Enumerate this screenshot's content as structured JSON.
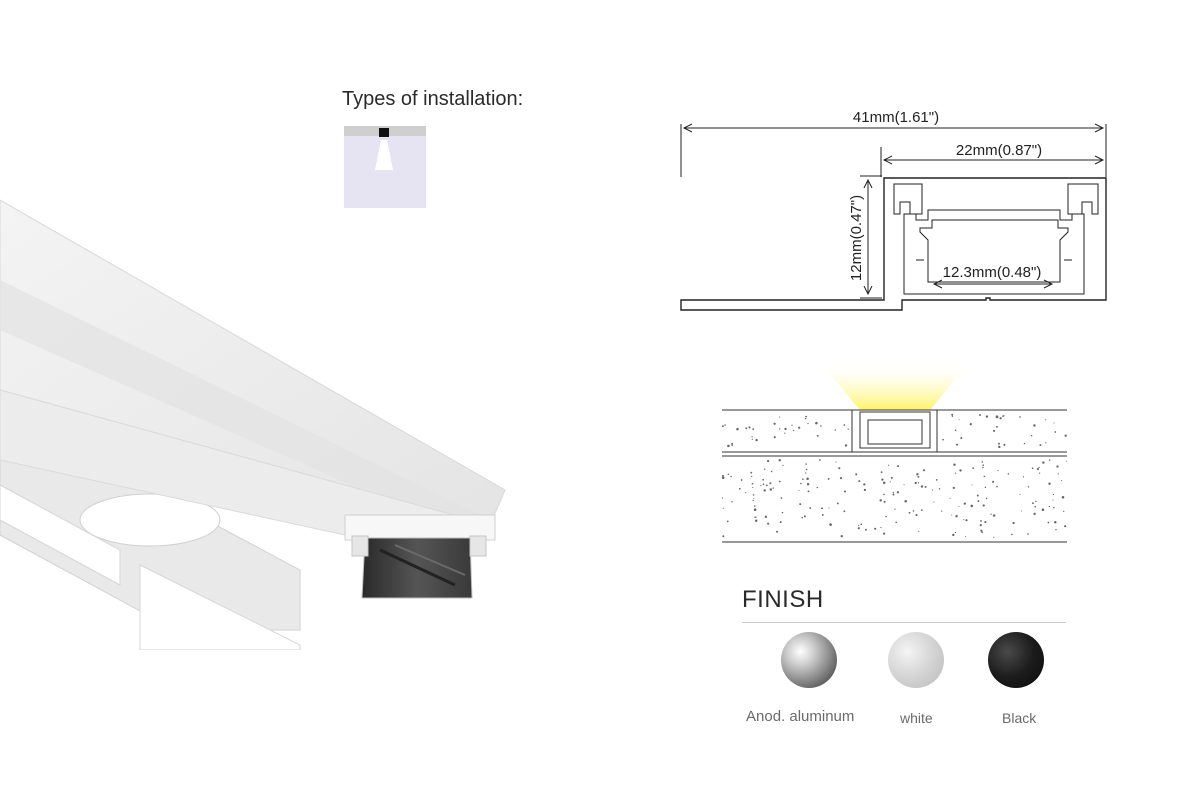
{
  "installation": {
    "title": "Types of installation:",
    "icon": "recessed-floor-installation-icon"
  },
  "product_image": {
    "subject": "recessed floor aluminum LED profile with diffuser"
  },
  "profile_drawing": {
    "overall_width": "41mm(1.61\")",
    "channel_width": "22mm(0.87\")",
    "height": "12mm(0.47\")",
    "inner_width": "12.3mm(0.48\")"
  },
  "section_drawing": {
    "light_color": "#fff200"
  },
  "finish": {
    "title": "FINISH",
    "options": [
      {
        "label": "Anod. aluminum",
        "color": "#9a9a9a",
        "icon": "anodized-aluminum-swatch"
      },
      {
        "label": "white",
        "color": "#d6d6d6",
        "icon": "white-swatch"
      },
      {
        "label": "Black",
        "color": "#1a1a1a",
        "icon": "black-swatch"
      }
    ]
  }
}
